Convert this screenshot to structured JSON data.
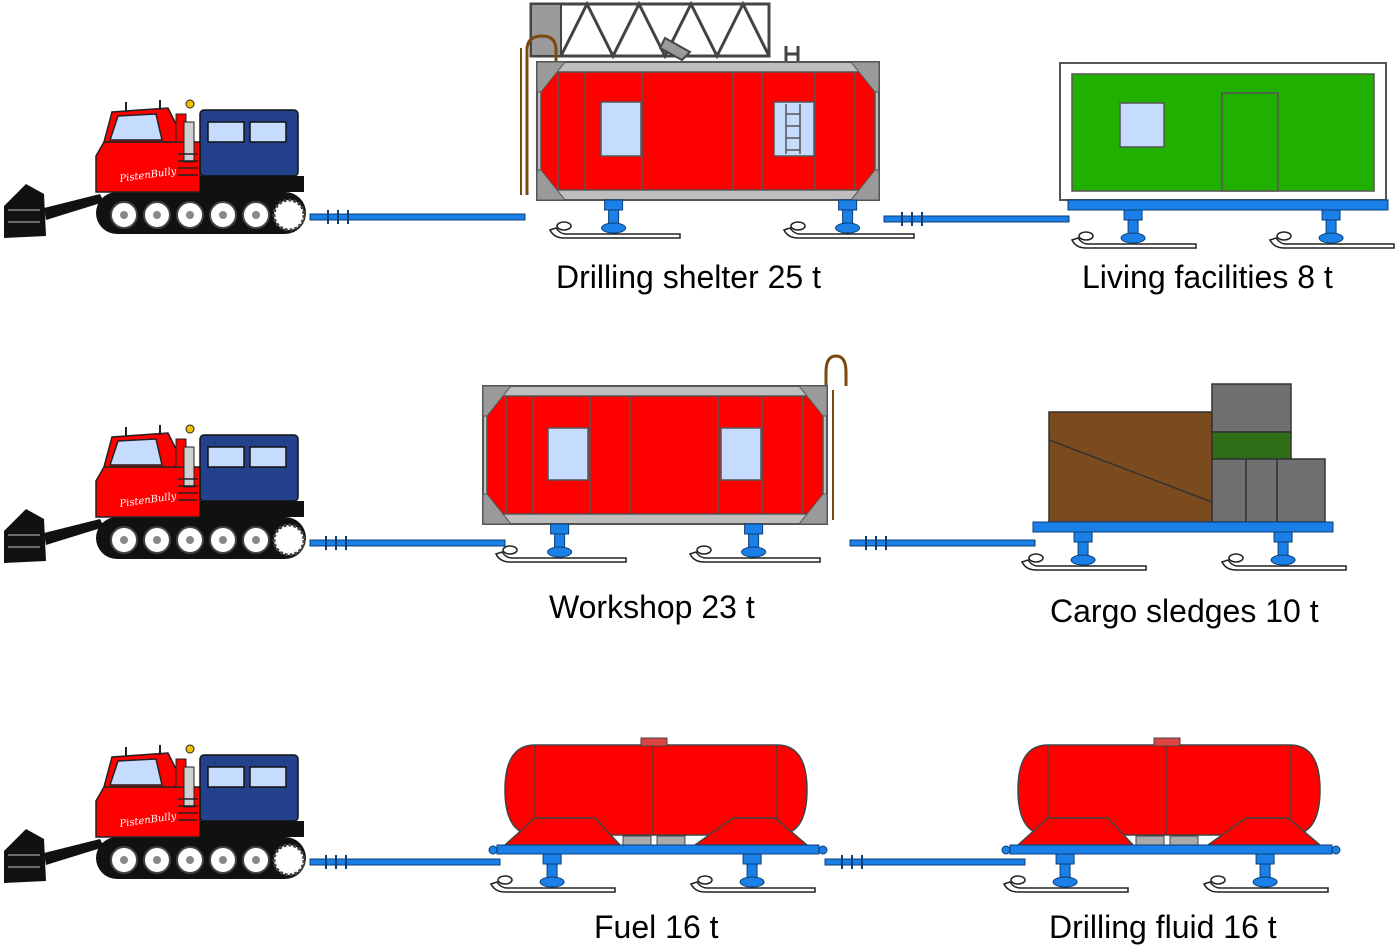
{
  "colors": {
    "train_red": "#ff0000",
    "sledge_blue": "#1a7fe6",
    "cab_blue": "#24418c",
    "window": "#c6dcff",
    "frame_grey": "#bebebe",
    "living_green": "#22b000",
    "cargo_brown": "#7b4a1e",
    "cargo_grey": "#707070",
    "cargo_green": "#2f6d16",
    "track_black": "#111111"
  },
  "tractor": {
    "brand": "PistenBully"
  },
  "rows": [
    {
      "id": "row-1",
      "items": [
        {
          "kind": "shelter-ladder",
          "label": "Drilling shelter 25 t"
        },
        {
          "kind": "living",
          "label": "Living facilities 8 t"
        }
      ]
    },
    {
      "id": "row-2",
      "items": [
        {
          "kind": "shelter",
          "label": "Workshop 23 t"
        },
        {
          "kind": "cargo",
          "label": "Cargo sledges 10 t"
        }
      ]
    },
    {
      "id": "row-3",
      "items": [
        {
          "kind": "tank",
          "label": "Fuel 16 t"
        },
        {
          "kind": "tank",
          "label": "Drilling fluid 16 t"
        }
      ]
    }
  ]
}
